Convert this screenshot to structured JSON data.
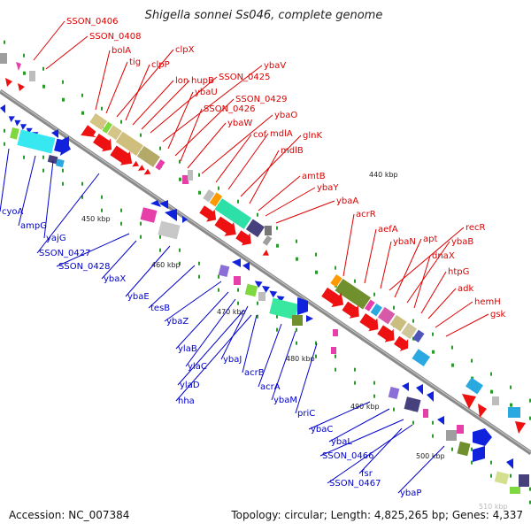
{
  "title": "Shigella sonnei Ss046, complete genome",
  "footer": {
    "accession": "Accession: NC_007384",
    "topology": "Topology: circular; Length: 4,825,265 bp; Genes: 4,337"
  },
  "colors": {
    "forward_label": "#dd0000",
    "reverse_label": "#0000cc",
    "backbone": "#8a8a8a",
    "tick": "#2a9a2a"
  },
  "scale_labels": [
    "440 kbp",
    "450 kbp",
    "460 kbp",
    "470 kbp",
    "480 kbp",
    "490 kbp",
    "500 kbp",
    "510 kbp"
  ],
  "forward_genes": [
    "SSON_0406",
    "SSON_0408",
    "bolA",
    "tig",
    "clpX",
    "clpP",
    "lon",
    "hupB",
    "SSON_0425",
    "ybaV",
    "ybaU",
    "SSON_0429",
    "SSON_0426",
    "ybaW",
    "ybaO",
    "cof",
    "mdlA",
    "glnK",
    "mdlB",
    "amtB",
    "ybaY",
    "ybaA",
    "acrR",
    "aefA",
    "recR",
    "ybaN",
    "apt",
    "ybaB",
    "dnaX",
    "htpG",
    "adk",
    "hemH",
    "gsk"
  ],
  "reverse_genes": [
    "cyoA",
    "ampG",
    "yajG",
    "SSON_0427",
    "SSON_0428",
    "ybaX",
    "ybaE",
    "tesB",
    "ybaZ",
    "ylaB",
    "ylaC",
    "ybaJ",
    "acrB",
    "ylaD",
    "hha",
    "acrA",
    "ybaM",
    "priC",
    "ybaC",
    "ybaL",
    "SSON_0466",
    "fsr",
    "SSON_0467",
    "ybaP"
  ]
}
